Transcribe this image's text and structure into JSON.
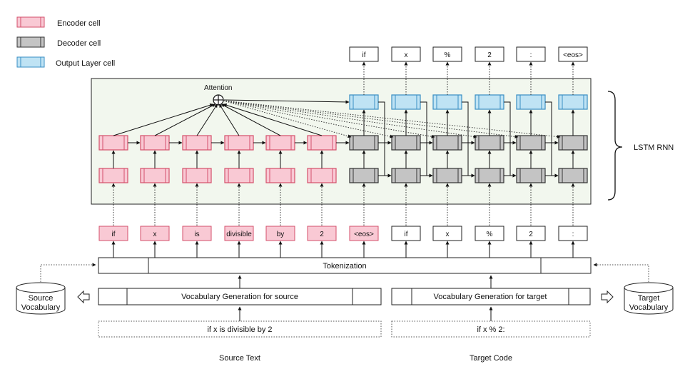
{
  "legend": [
    {
      "label": "Encoder cell",
      "kind": "encoder"
    },
    {
      "label": "Decoder cell",
      "kind": "decoder"
    },
    {
      "label": "Output Layer cell",
      "kind": "output"
    }
  ],
  "colors": {
    "encoder_fill": "#f9c9d4",
    "encoder_stroke": "#d4506b",
    "decoder_fill": "#c4c4c4",
    "decoder_stroke": "#333333",
    "output_fill": "#bfe3f4",
    "output_stroke": "#3a8fc4",
    "panel_fill": "#f2f7ee",
    "panel_stroke": "#222222"
  },
  "attention_label": "Attention",
  "attention_symbol": "⊕",
  "lstm_label": "LSTM RNN",
  "source_tokens": [
    "if",
    "x",
    "is",
    "divisible",
    "by",
    "2",
    "<eos>"
  ],
  "decoder_input_tokens": [
    "if",
    "x",
    "%",
    "2",
    ":"
  ],
  "output_tokens": [
    "if",
    "x",
    "%",
    "2",
    ":",
    "<eos>"
  ],
  "tokenization_label": "Tokenization",
  "vocab_source_label": "Vocabulary Generation for source",
  "vocab_target_label": "Vocabulary Generation for target",
  "source_vocabulary": [
    "Source",
    "Vocabulary"
  ],
  "target_vocabulary": [
    "Target",
    "Vocabulary"
  ],
  "source_text": "if x is divisible by 2",
  "target_text": "if x % 2:",
  "source_caption": "Source Text",
  "target_caption": "Target Code"
}
